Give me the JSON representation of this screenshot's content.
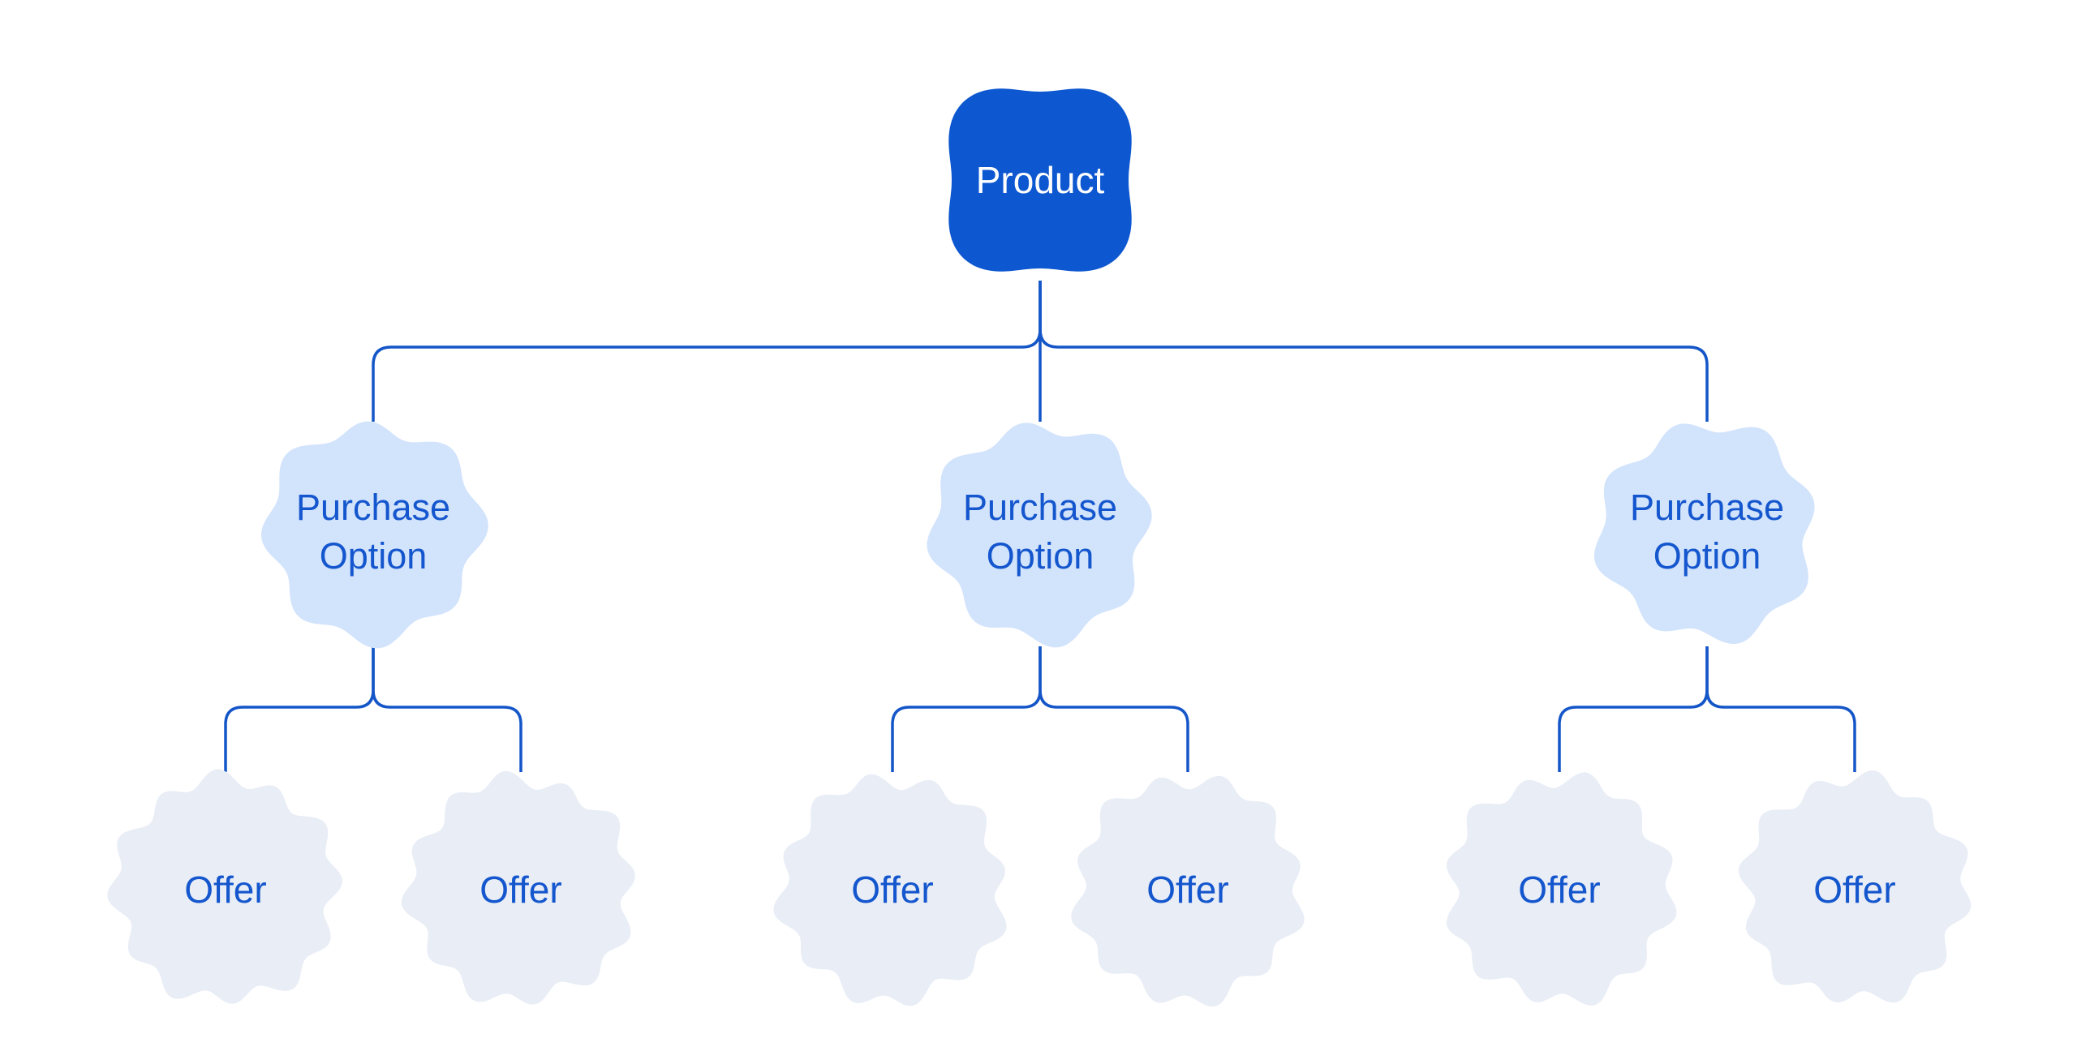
{
  "diagram": {
    "root": {
      "label": "Product"
    },
    "purchase_options": [
      {
        "label": "Purchase Option",
        "offers": [
          {
            "label": "Offer"
          },
          {
            "label": "Offer"
          }
        ]
      },
      {
        "label": "Purchase Option",
        "offers": [
          {
            "label": "Offer"
          },
          {
            "label": "Offer"
          }
        ]
      },
      {
        "label": "Purchase Option",
        "offers": [
          {
            "label": "Offer"
          },
          {
            "label": "Offer"
          }
        ]
      }
    ],
    "colors": {
      "background": "#ffffff",
      "root_fill": "#0d57d0",
      "root_text": "#ffffff",
      "option_fill": "#d2e3fc",
      "offer_fill": "#e8edf6",
      "label_text": "#1456cd",
      "connector": "#1456c8"
    }
  }
}
